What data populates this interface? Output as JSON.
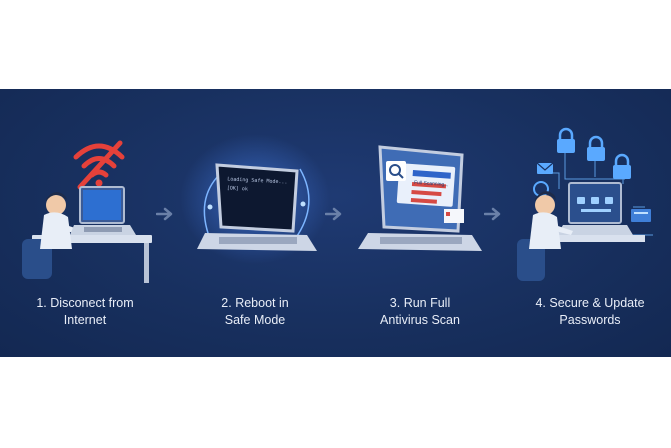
{
  "steps": [
    {
      "number": "1.",
      "line1": "Disconect from",
      "line2": "Internet",
      "icon": "wifi-off-icon"
    },
    {
      "number": "2.",
      "line1": "Reboot in",
      "line2": "Safe Mode",
      "icon": "terminal-icon",
      "screen_lines": [
        "Loading Safe Mode...",
        "",
        "[OK] ok"
      ]
    },
    {
      "number": "3.",
      "line1": "Run Full",
      "line2": "Antivirus Scan",
      "icon": "magnifier-icon",
      "screen_lines": [
        "Full Scanning..."
      ]
    },
    {
      "number": "4.",
      "line1": "Secure & Update",
      "line2": "Passwords",
      "icon": "lock-icon"
    }
  ],
  "colors": {
    "band": "#18305f",
    "accent_red": "#e5413a",
    "accent_blue": "#5aa9ff",
    "text": "#e9eef8"
  }
}
